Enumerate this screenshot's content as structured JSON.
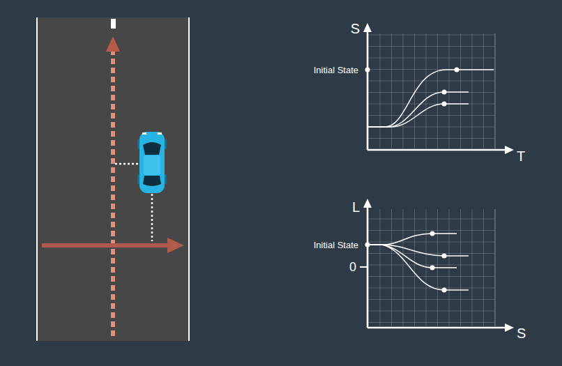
{
  "diagram": {
    "labels": [
      "S",
      "T",
      "Initial State",
      "L",
      "S",
      "Initial State",
      "0"
    ]
  }
}
